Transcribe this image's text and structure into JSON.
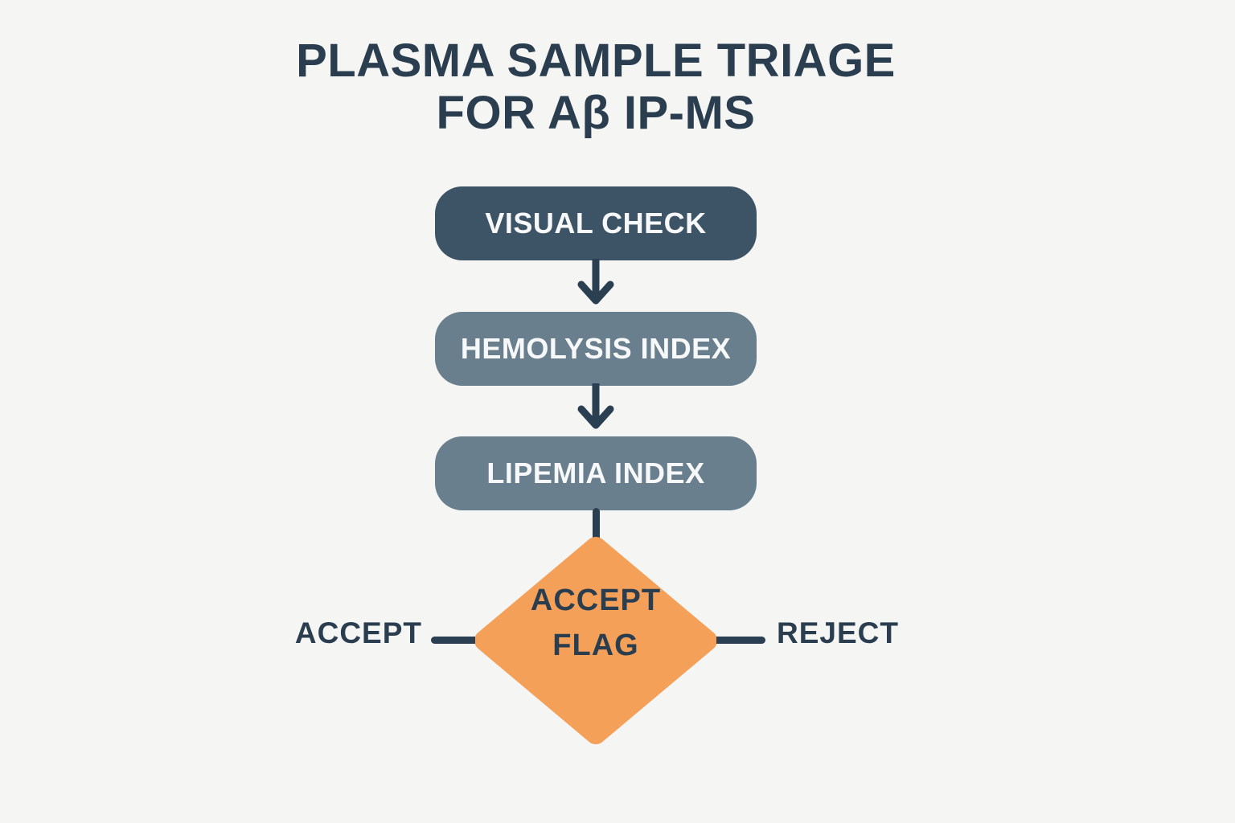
{
  "title": {
    "line1": "PLASMA SAMPLE TRIAGE",
    "line2": "FOR Aβ IP-MS"
  },
  "flowchart": {
    "nodes": [
      {
        "id": "visual-check",
        "label": "VISUAL CHECK",
        "type": "process",
        "fill": "#3d5366",
        "text_color": "#f6f8f9"
      },
      {
        "id": "hemolysis-index",
        "label": "HEMOLYSIS INDEX",
        "type": "process",
        "fill": "#697f8d",
        "text_color": "#f6f8f9"
      },
      {
        "id": "lipemia-index",
        "label": "LIPEMIA INDEX",
        "type": "process",
        "fill": "#697f8d",
        "text_color": "#f6f8f9"
      },
      {
        "id": "accept-flag",
        "label": "ACCEPT FLAG",
        "type": "decision",
        "fill": "#f4a058",
        "text_color": "#2b3e50",
        "lines": {
          "0": "ACCEPT",
          "1": "FLAG"
        }
      }
    ],
    "connectors": {
      "arrow_style": "chevron-down",
      "color": "#2a4052"
    },
    "branches": {
      "left": {
        "label": "ACCEPT"
      },
      "right": {
        "label": "REJECT"
      }
    }
  },
  "colors": {
    "background": "#f5f5f3",
    "title_text": "#2b3e50",
    "process_dark": "#3d5366",
    "process_mid": "#697f8d",
    "decision_orange": "#f4a058",
    "connector": "#2a4052",
    "node_text": "#f6f8f9"
  }
}
